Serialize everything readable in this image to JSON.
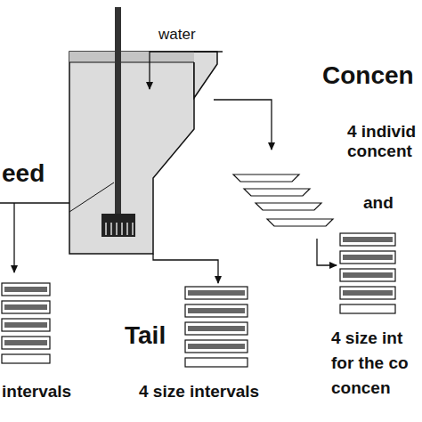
{
  "diagram": {
    "labels": [
      "water",
      "Concen",
      "4 individ",
      "concent",
      "and",
      "eed",
      "Tail",
      "intervals",
      "4 size intervals",
      "4 size int",
      "for the co",
      "concen"
    ]
  }
}
